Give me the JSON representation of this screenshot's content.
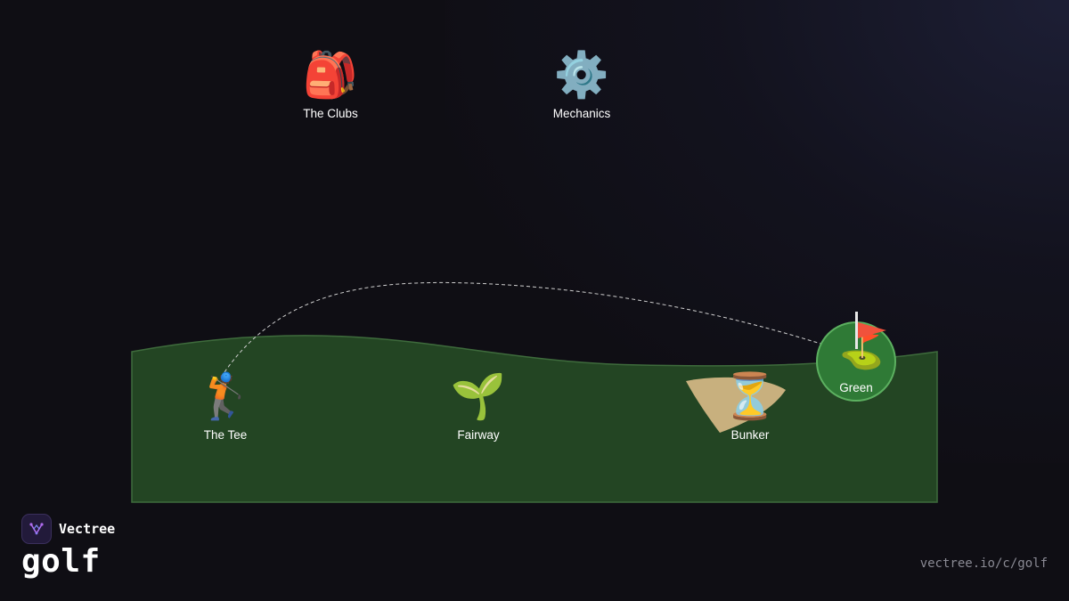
{
  "nodes": {
    "clubs": {
      "label": "The Clubs",
      "icon": "backpack-icon",
      "glyph": "🎒"
    },
    "mechanics": {
      "label": "Mechanics",
      "icon": "gear-icon",
      "glyph": "⚙️"
    },
    "tee": {
      "label": "The Tee",
      "icon": "golfer-icon",
      "glyph": "🏌️"
    },
    "fairway": {
      "label": "Fairway",
      "icon": "seedling-icon",
      "glyph": "🌱"
    },
    "bunker": {
      "label": "Bunker",
      "icon": "hourglass-icon",
      "glyph": "⏳"
    },
    "green": {
      "label": "Green",
      "icon": "golf-flag-icon",
      "glyph": "⛳"
    }
  },
  "brand": {
    "name": "Vectree",
    "logo_icon": "vectree-logo-icon"
  },
  "course": {
    "title": "golf"
  },
  "footer": {
    "url": "vectree.io/c/golf"
  },
  "colors": {
    "background": "#0f0e14",
    "turf": "#234523",
    "turf_edge": "#3e6b3c",
    "green_fill": "#2f7a36",
    "green_ring": "#5cb060",
    "sand": "#c8b07e",
    "ball_path": "#cfcfcf"
  }
}
